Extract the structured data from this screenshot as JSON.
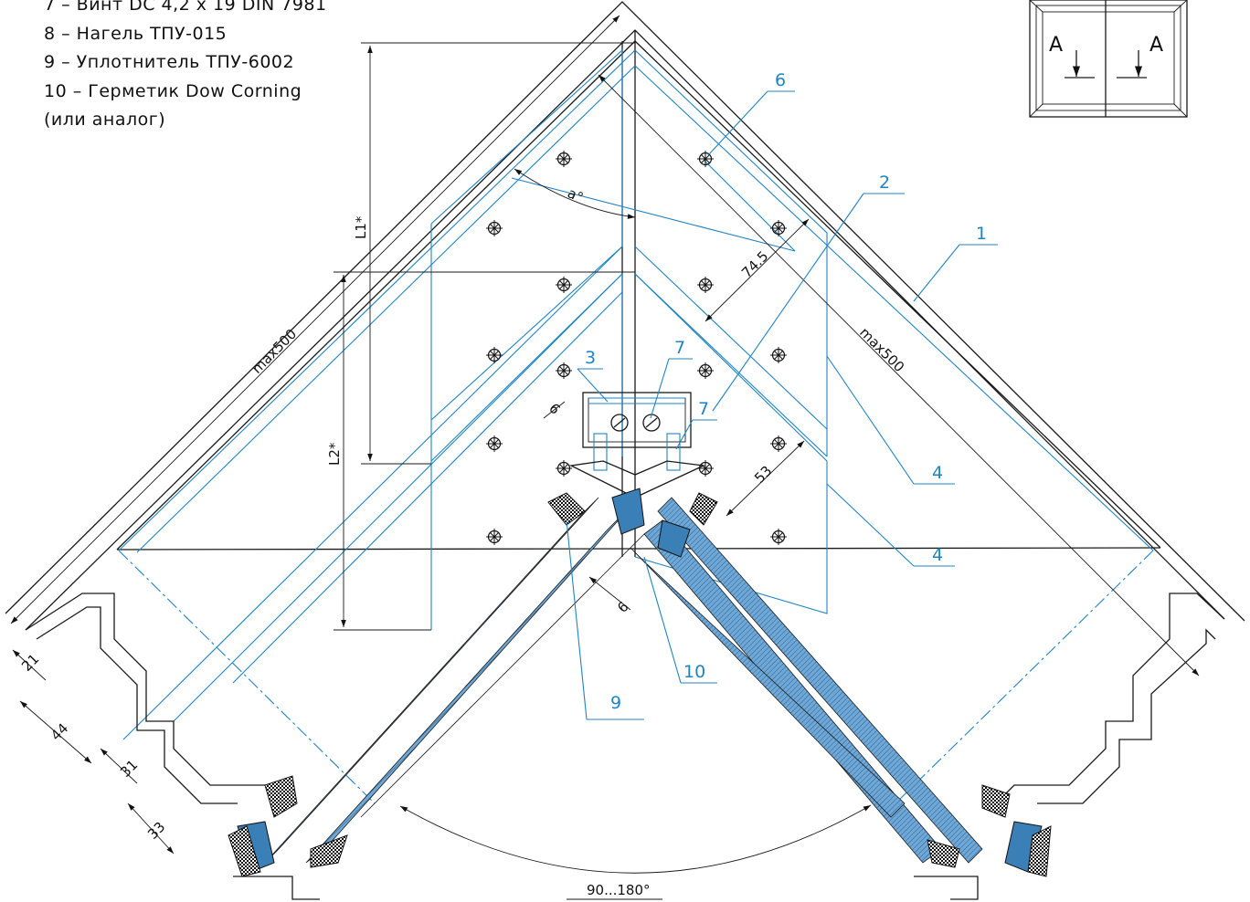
{
  "legend": {
    "items": [
      "7 – Винт DC 4,2 x 19 DIN 7981",
      "8 – Нагель ТПУ-015",
      "9 – Уплотнитель ТПУ-6002",
      "10 – Герметик Dow Corning",
      "(или аналог)"
    ]
  },
  "section_marker": {
    "left": "А",
    "right": "А"
  },
  "dimensions": {
    "l1": "L1*",
    "l2": "L2*",
    "max_left": "max500",
    "max_right": "max500",
    "angle_a": "a°",
    "d745": "74.5",
    "d53": "53",
    "d6_top": "6",
    "d6_bottom": "6",
    "d21": "21",
    "d44": "44",
    "d31": "31",
    "d33": "33",
    "angle_range": "90...180°"
  },
  "callouts": {
    "c1": "1",
    "c2": "2",
    "c3": "3",
    "c4a": "4",
    "c4b": "4",
    "c6": "6",
    "c7a": "7",
    "c7b": "7",
    "c9": "9",
    "c10": "10"
  },
  "colors": {
    "line": "#1a1a1a",
    "accent": "#1f84c4",
    "profile_fill": "#3a7fb6"
  }
}
